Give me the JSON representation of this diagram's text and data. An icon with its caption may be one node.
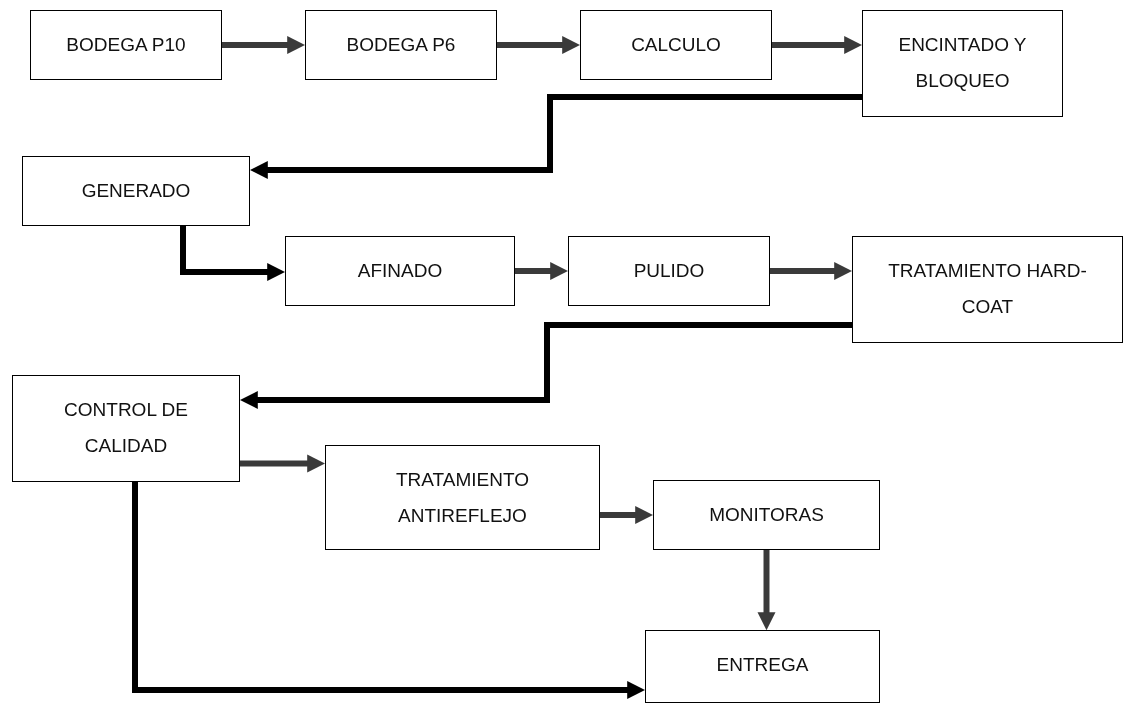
{
  "diagram": {
    "nodes": [
      {
        "text": [
          "BODEGA P10"
        ]
      },
      {
        "text": [
          "BODEGA P6"
        ]
      },
      {
        "text": [
          "CALCULO"
        ]
      },
      {
        "text": [
          "ENCINTADO Y BLOQUEO"
        ]
      },
      {
        "text": [
          "GENERADO"
        ]
      },
      {
        "text": [
          "AFINADO"
        ]
      },
      {
        "text": [
          "PULIDO"
        ]
      },
      {
        "text": [
          "TRATAMIENTO HARD-COAT"
        ]
      },
      {
        "text": [
          "CONTROL DE CALIDAD"
        ]
      },
      {
        "text": [
          "TRATAMIENTO ANTIREFLEJO"
        ]
      },
      {
        "text": [
          "MONITORAS"
        ]
      },
      {
        "text": [
          "ENTREGA"
        ]
      }
    ],
    "edges": [
      {
        "from": 0,
        "to": 1,
        "arrow": "to"
      },
      {
        "from": 1,
        "to": 2,
        "arrow": "to"
      },
      {
        "from": 2,
        "to": 3,
        "arrow": "to"
      },
      {
        "from": 3,
        "to": 4,
        "arrow": "to",
        "color": "#000000"
      },
      {
        "from": 4,
        "to": 5,
        "arrow": "to",
        "color": "#000000"
      },
      {
        "from": 5,
        "to": 6,
        "arrow": "to"
      },
      {
        "from": 6,
        "to": 7,
        "arrow": "to"
      },
      {
        "from": 7,
        "to": 8,
        "arrow": "to",
        "color": "#000000"
      },
      {
        "from": 8,
        "to": 9,
        "arrow": "to"
      },
      {
        "from": 9,
        "to": 10,
        "arrow": "to"
      },
      {
        "from": 10,
        "to": 11,
        "arrow": "to"
      },
      {
        "from": 8,
        "to": 11,
        "arrow": "to",
        "color": "#000000"
      }
    ]
  }
}
